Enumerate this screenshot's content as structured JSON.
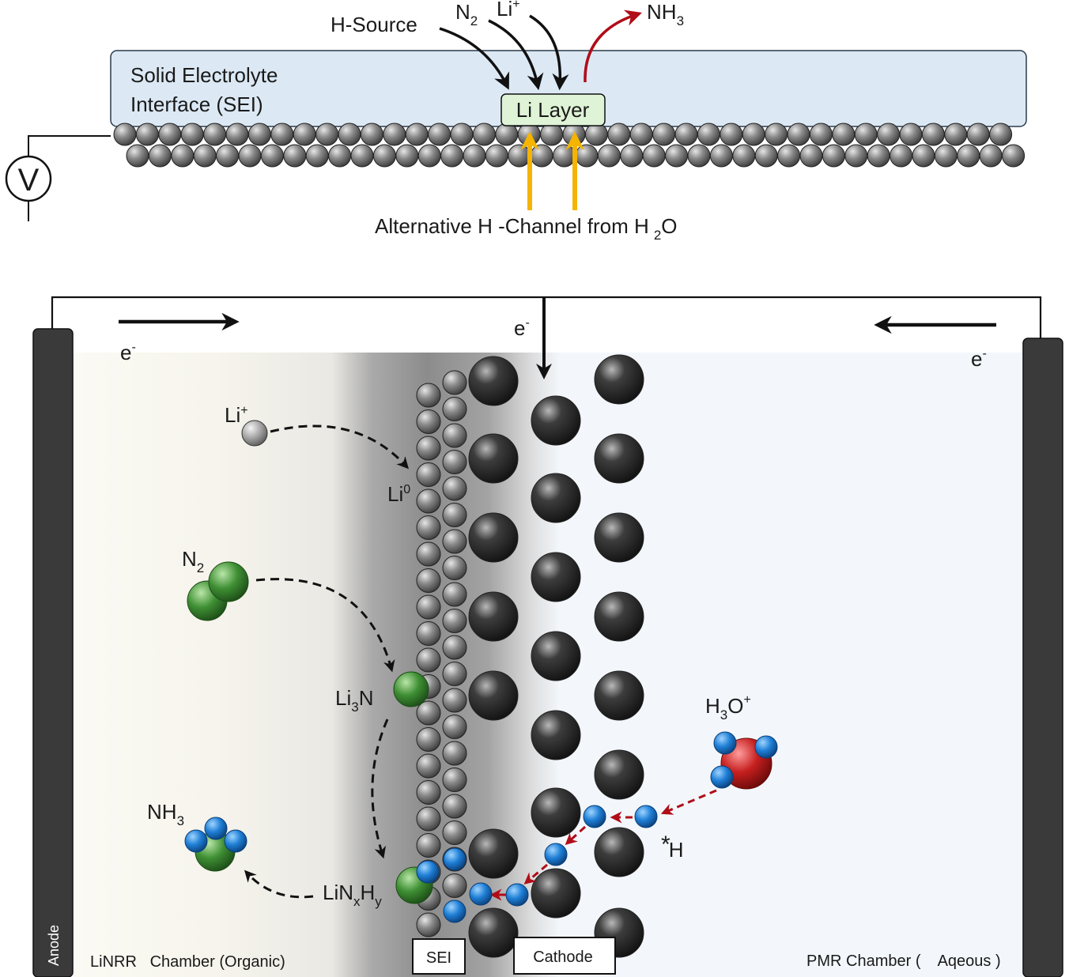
{
  "top_panel": {
    "sei_label_line1": "Solid Electrolyte",
    "sei_label_line2": "Interface (SEI)",
    "h_source": "H-Source",
    "n2_main": "N",
    "n2_sub": "2",
    "li_main": "Li",
    "li_sup": "+",
    "nh3_main": "NH",
    "nh3_sub": "3",
    "li_layer": "Li Layer",
    "voltmeter": "V",
    "alt_channel_part1": "Alternative H -Channel from H",
    "alt_channel_sub": "2",
    "alt_channel_part2": "O"
  },
  "bottom_panel": {
    "electron_main": "e",
    "electron_sup": "-",
    "li_ion_main": "Li",
    "li_ion_sup": "+",
    "li0_main": "Li",
    "li0_sup": "0",
    "n2_main": "N",
    "n2_sub": "2",
    "li3n_a": "Li",
    "li3n_sub": "3",
    "li3n_b": "N",
    "nh3_main": "NH",
    "nh3_sub": "3",
    "linxhy_a": "LiN",
    "linxhy_sub_x": "x",
    "linxhy_b": "H",
    "linxhy_sub_y": "y",
    "h3o_a": "H",
    "h3o_sub": "3",
    "h3o_b": "O",
    "h3o_sup": "+",
    "star_h_star": "*",
    "star_h_h": "H",
    "anode": "Anode",
    "sei_box": "SEI",
    "cathode_box": "Cathode",
    "linrr_chamber": "LiNRR   Chamber (Organic)",
    "pmr_chamber": "PMR Chamber (    Aqeous )"
  },
  "colors": {
    "sei_fill": "#dce9f5",
    "li_layer_fill": "#dff3d6",
    "h_atom": "#1f7fd6",
    "n_atom": "#3f8f34",
    "o_atom": "#c61f1f",
    "red_arrow": "#b00d18",
    "yellow_arrow": "#f4b400",
    "electrode": "#3a3a3a"
  }
}
